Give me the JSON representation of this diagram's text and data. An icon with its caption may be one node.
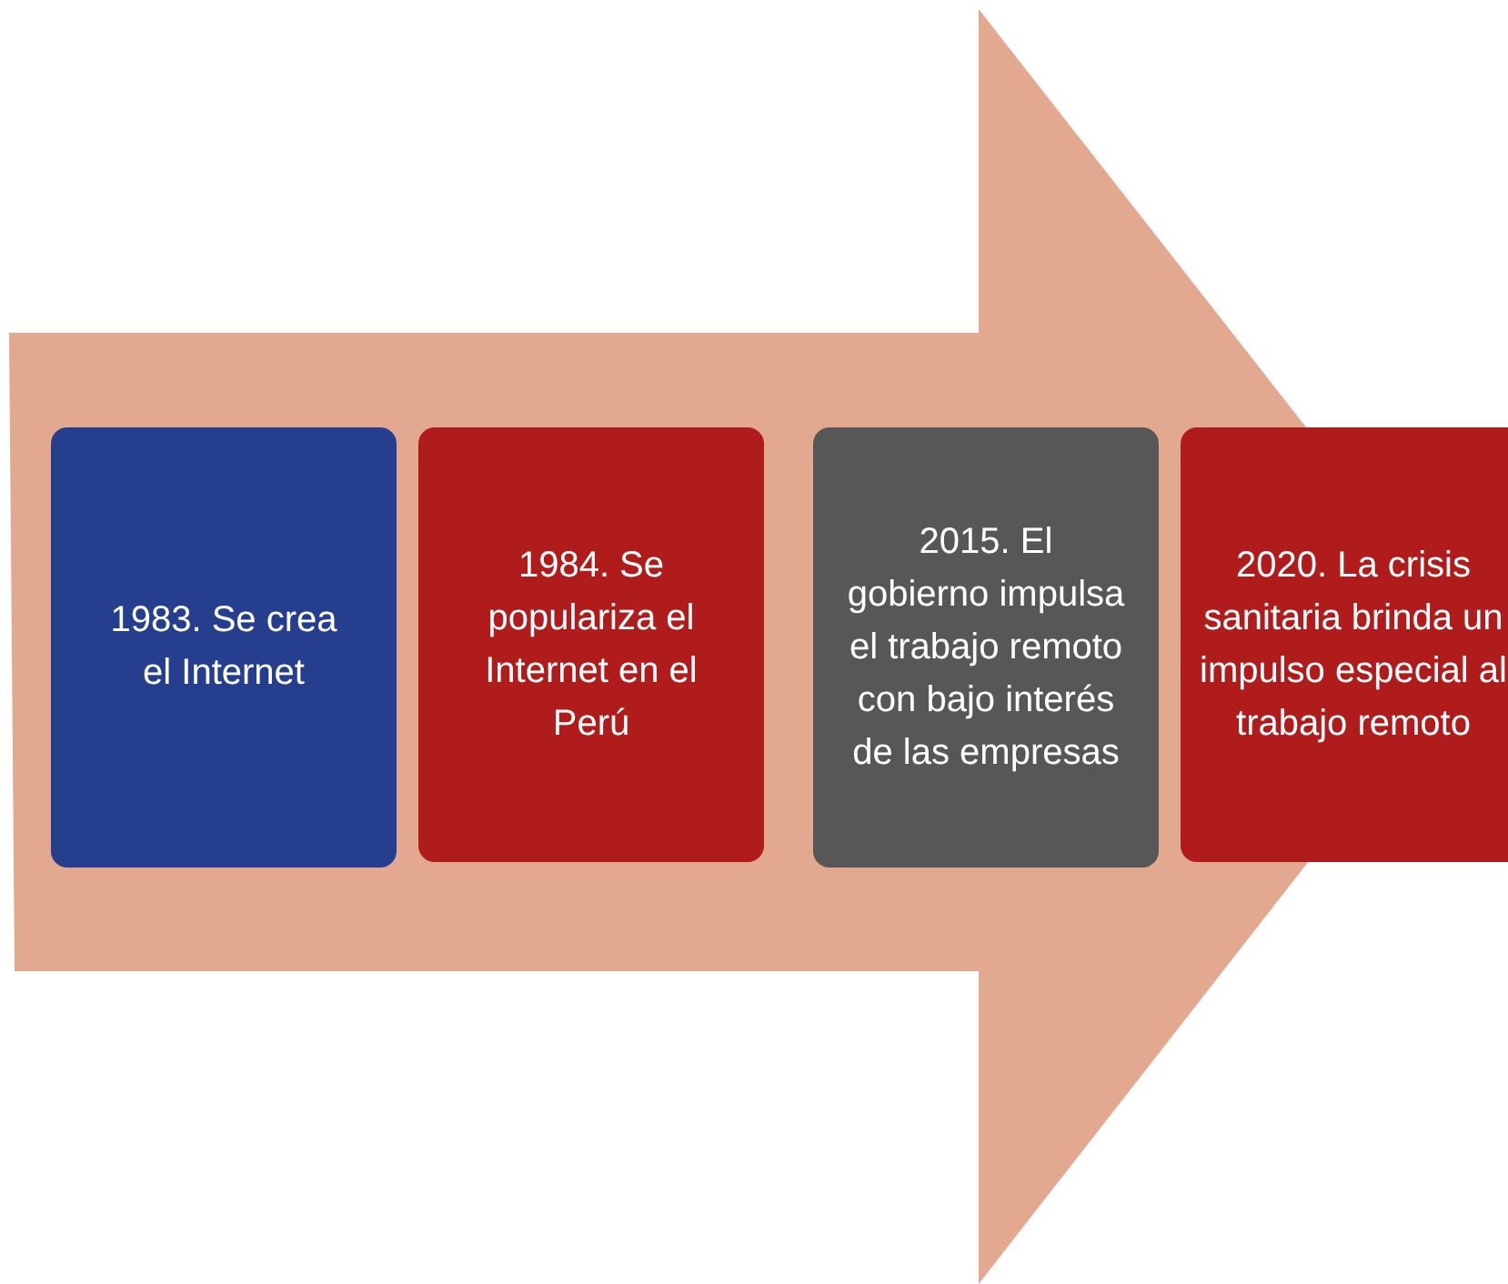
{
  "diagram": {
    "nodes": [
      {
        "text": [
          "1983. Se crea el Internet"
        ]
      },
      {
        "text": [
          "1984. Se populariza el Internet en el Perú"
        ]
      },
      {
        "text": [
          "2015. El gobierno impulsa el trabajo remoto con bajo interés de las empresas"
        ]
      },
      {
        "text": [
          "2020. La crisis sanitaria brinda un impulso especial al trabajo remoto"
        ]
      }
    ],
    "edges": [
      {
        "from": 0,
        "to": 3,
        "arrow": "to",
        "style": "thick"
      }
    ]
  }
}
